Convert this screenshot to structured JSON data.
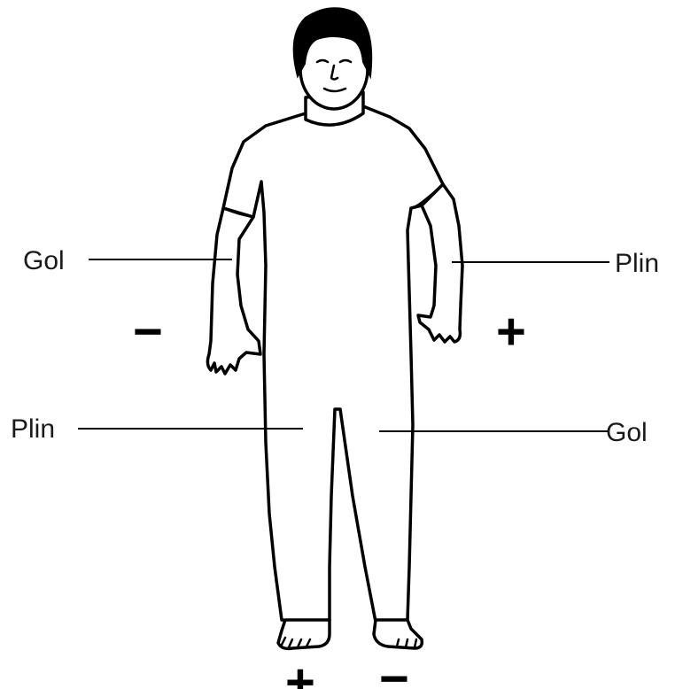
{
  "labels": {
    "upper_left": "Gol",
    "upper_right": "Plin",
    "lower_left": "Plin",
    "lower_right": "Gol"
  },
  "signs": {
    "left_hand": "−",
    "right_hand": "+",
    "left_foot": "+",
    "right_foot": "−"
  },
  "colors": {
    "ink": "#000000",
    "background": "#ffffff"
  }
}
